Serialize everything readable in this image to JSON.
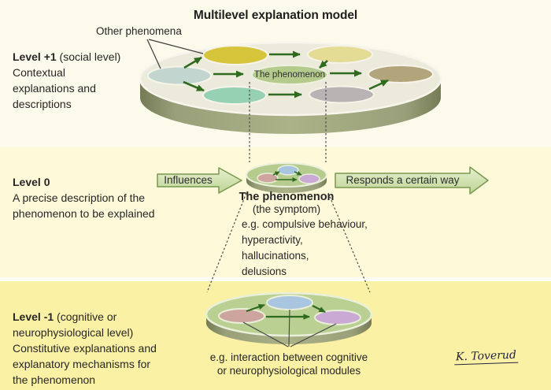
{
  "title": "Multilevel explanation model",
  "signature": "K. Toverud",
  "labels": {
    "other_phenomena": "Other phenomena",
    "influences": "Influences",
    "responds": "Responds a certain way",
    "disk_center": "The phenomenon"
  },
  "levels": {
    "plus1": {
      "name": "Level +1",
      "qualifier": " (social level)",
      "description": "Contextual\nexplanations and\ndescriptions"
    },
    "zero": {
      "name": "Level 0",
      "qualifier": "",
      "description": "A precise description of the\nphenomenon to be explained"
    },
    "minus1": {
      "name": "Level -1",
      "qualifier": " (cognitive or",
      "description": "neurophysiological level)\nConstitutive explanations and\nexplanatory mechanisms for\nthe phenomenon"
    }
  },
  "phenomenon_block": {
    "title": "The phenomenon",
    "subtitle": "(the symptom)",
    "examples": "e.g. compulsive behaviour,\nhyperactivity,\nhallucinations,\ndelusions"
  },
  "bottom_caption": "e.g. interaction between cognitive\nor neurophysiological modules",
  "colors": {
    "band_top": "#fcfaea",
    "band_middle": "#fdf9d9",
    "band_bottom": "#fbf1a5",
    "disk_top": "#eceadb",
    "disk_side": "#99a07a",
    "small_disk_top": "#b6cc8f",
    "bottom_disk_top": "#bacf92",
    "arrow_green": "#2e6b1f",
    "big_arrow_stroke": "#79984f",
    "node_teal": "#c2d5ce",
    "node_yellow": "#d6c43a",
    "node_pale_yellow": "#e4dc94",
    "node_center_green": "#b5ca8d",
    "node_tan": "#b2a57c",
    "node_mint": "#95d1b2",
    "node_gray": "#b9b4b4",
    "node_pink": "#cea49e",
    "node_blue": "#a8c6df",
    "node_purple": "#caa9d5"
  }
}
